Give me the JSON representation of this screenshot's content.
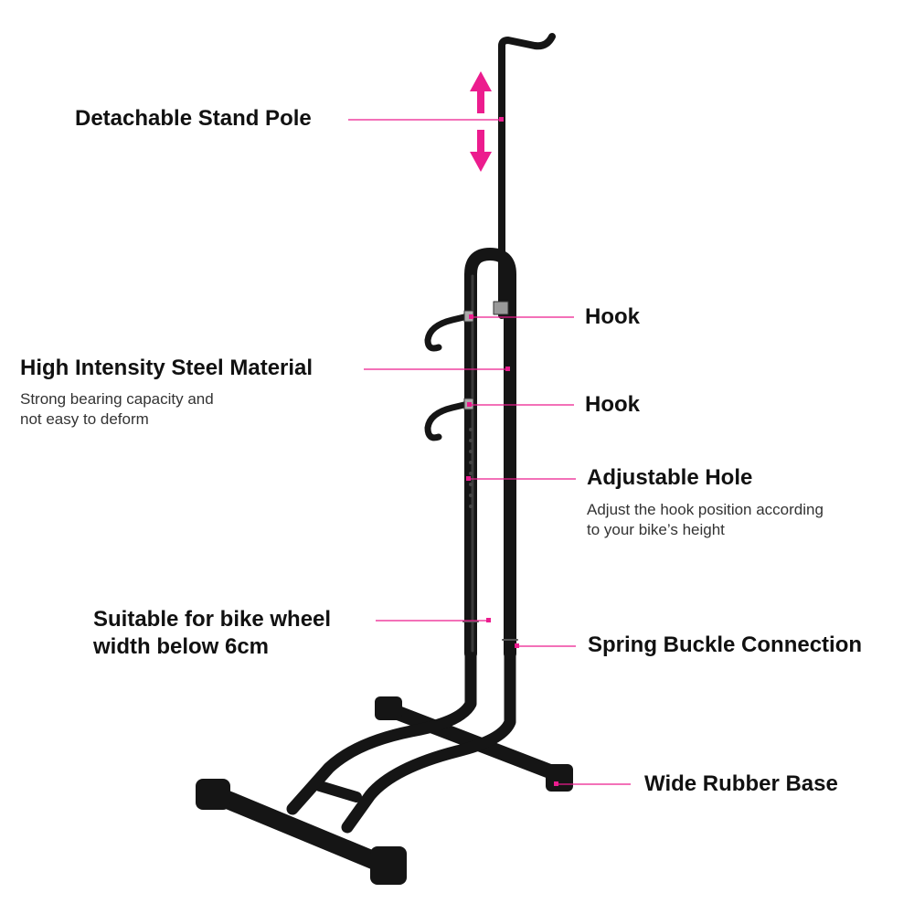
{
  "accent_color": "#ec1c8e",
  "product_color": "#1a1a1a",
  "callouts": {
    "stand_pole": {
      "title": "Detachable Stand Pole"
    },
    "hook_upper": {
      "title": "Hook"
    },
    "steel": {
      "title": "High Intensity Steel Material",
      "desc_lines": [
        "Strong bearing capacity and",
        "not easy to deform"
      ]
    },
    "hook_lower": {
      "title": "Hook"
    },
    "adjustable_hole": {
      "title": "Adjustable Hole",
      "desc_lines": [
        "Adjust the hook position according",
        "to your bike’s height"
      ]
    },
    "wheel_width": {
      "title_lines": [
        "Suitable for bike wheel",
        "width below 6cm"
      ]
    },
    "spring_buckle": {
      "title": "Spring Buckle Connection"
    },
    "rubber_base": {
      "title": "Wide Rubber Base"
    }
  },
  "icons": {
    "adjust_up": "arrow-up-icon",
    "adjust_down": "arrow-down-icon"
  }
}
